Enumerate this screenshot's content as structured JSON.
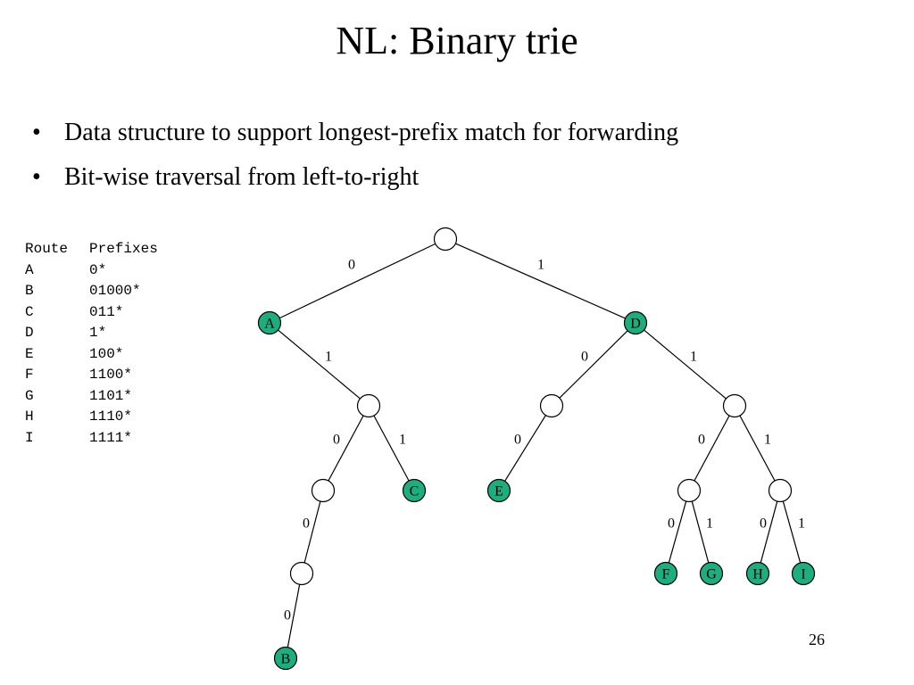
{
  "slide": {
    "title": "NL: Binary trie",
    "page_number": "26"
  },
  "bullets": [
    "Data structure to support longest-prefix match for forwarding",
    "Bit-wise traversal from left-to-right"
  ],
  "route_table": {
    "headers": [
      "Route",
      "Prefixes"
    ],
    "rows": [
      [
        "A",
        "0*"
      ],
      [
        "B",
        "01000*"
      ],
      [
        "C",
        "011*"
      ],
      [
        "D",
        "1*"
      ],
      [
        "E",
        "100*"
      ],
      [
        "F",
        "1100*"
      ],
      [
        "G",
        "1101*"
      ],
      [
        "H",
        "1110*"
      ],
      [
        "I",
        "1111*"
      ]
    ]
  },
  "trie": {
    "route_node_color": "#1cae7e",
    "empty_node_color": "#ffffff",
    "nodes": [
      {
        "id": "root",
        "label": ""
      },
      {
        "id": "A",
        "label": "A"
      },
      {
        "id": "D",
        "label": "D"
      },
      {
        "id": "n01",
        "label": ""
      },
      {
        "id": "n10",
        "label": ""
      },
      {
        "id": "n11",
        "label": ""
      },
      {
        "id": "n010",
        "label": ""
      },
      {
        "id": "C",
        "label": "C"
      },
      {
        "id": "E",
        "label": "E"
      },
      {
        "id": "n110",
        "label": ""
      },
      {
        "id": "n111",
        "label": ""
      },
      {
        "id": "n0100",
        "label": ""
      },
      {
        "id": "F",
        "label": "F"
      },
      {
        "id": "G",
        "label": "G"
      },
      {
        "id": "H",
        "label": "H"
      },
      {
        "id": "I",
        "label": "I"
      },
      {
        "id": "B",
        "label": "B"
      }
    ],
    "edges": [
      {
        "from": "root",
        "to": "A",
        "bit": "0"
      },
      {
        "from": "root",
        "to": "D",
        "bit": "1"
      },
      {
        "from": "A",
        "to": "n01",
        "bit": "1"
      },
      {
        "from": "D",
        "to": "n10",
        "bit": "0"
      },
      {
        "from": "D",
        "to": "n11",
        "bit": "1"
      },
      {
        "from": "n01",
        "to": "n010",
        "bit": "0"
      },
      {
        "from": "n01",
        "to": "C",
        "bit": "1"
      },
      {
        "from": "n10",
        "to": "E",
        "bit": "0"
      },
      {
        "from": "n11",
        "to": "n110",
        "bit": "0"
      },
      {
        "from": "n11",
        "to": "n111",
        "bit": "1"
      },
      {
        "from": "n010",
        "to": "n0100",
        "bit": "0"
      },
      {
        "from": "n110",
        "to": "F",
        "bit": "0"
      },
      {
        "from": "n110",
        "to": "G",
        "bit": "1"
      },
      {
        "from": "n111",
        "to": "H",
        "bit": "0"
      },
      {
        "from": "n111",
        "to": "I",
        "bit": "1"
      },
      {
        "from": "n0100",
        "to": "B",
        "bit": "0"
      }
    ]
  }
}
